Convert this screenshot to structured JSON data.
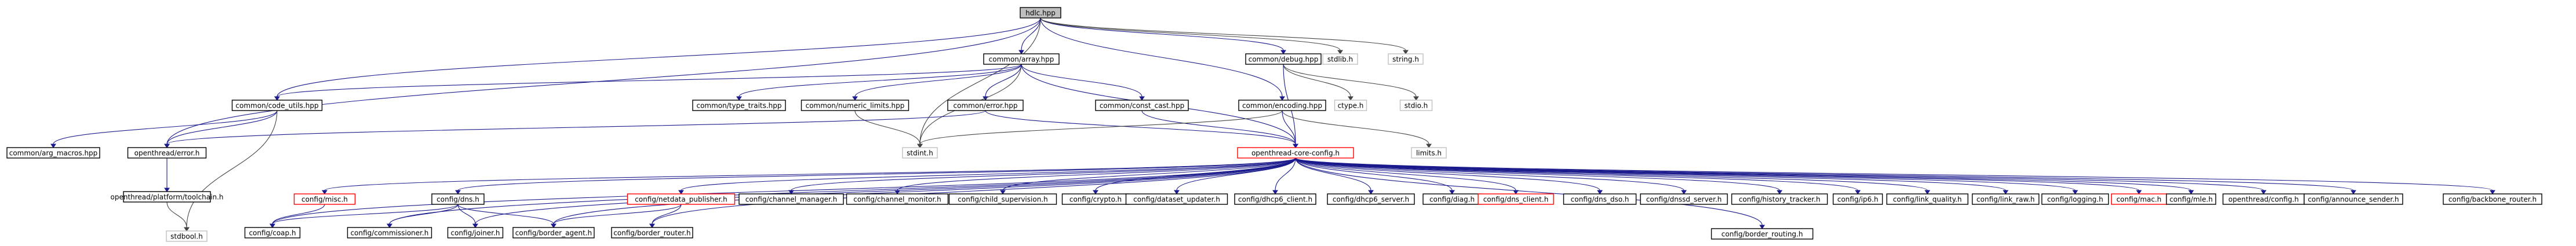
{
  "diagram": {
    "nodes": [
      {
        "id": "hdlc",
        "label": "hdlc.hpp",
        "kind": "root"
      },
      {
        "id": "array",
        "label": "common/array.hpp",
        "kind": "file"
      },
      {
        "id": "debug",
        "label": "common/debug.hpp",
        "kind": "file"
      },
      {
        "id": "stdlib",
        "label": "stdlib.h",
        "kind": "missing"
      },
      {
        "id": "string",
        "label": "string.h",
        "kind": "missing"
      },
      {
        "id": "code_utils",
        "label": "common/code_utils.hpp",
        "kind": "file"
      },
      {
        "id": "type_traits",
        "label": "common/type_traits.hpp",
        "kind": "file"
      },
      {
        "id": "numeric_limits",
        "label": "common/numeric_limits.hpp",
        "kind": "file"
      },
      {
        "id": "error_hpp",
        "label": "common/error.hpp",
        "kind": "file"
      },
      {
        "id": "const_cast",
        "label": "common/const_cast.hpp",
        "kind": "file"
      },
      {
        "id": "encoding",
        "label": "common/encoding.hpp",
        "kind": "file"
      },
      {
        "id": "ctype",
        "label": "ctype.h",
        "kind": "missing"
      },
      {
        "id": "stdio",
        "label": "stdio.h",
        "kind": "missing"
      },
      {
        "id": "arg_macros",
        "label": "common/arg_macros.hpp",
        "kind": "file"
      },
      {
        "id": "ot_error",
        "label": "openthread/error.h",
        "kind": "file"
      },
      {
        "id": "stdint",
        "label": "stdint.h",
        "kind": "missing"
      },
      {
        "id": "core_config",
        "label": "openthread-core-config.h",
        "kind": "red"
      },
      {
        "id": "limits",
        "label": "limits.h",
        "kind": "missing"
      },
      {
        "id": "toolchain",
        "label": "openthread/platform/toolchain.h",
        "kind": "file"
      },
      {
        "id": "stdbool",
        "label": "stdbool.h",
        "kind": "missing"
      },
      {
        "id": "misc",
        "label": "config/misc.h",
        "kind": "red"
      },
      {
        "id": "dns",
        "label": "config/dns.h",
        "kind": "file"
      },
      {
        "id": "netdata_pub",
        "label": "config/netdata_publisher.h",
        "kind": "red"
      },
      {
        "id": "channel_manager",
        "label": "config/channel_manager.h",
        "kind": "file"
      },
      {
        "id": "channel_monitor",
        "label": "config/channel_monitor.h",
        "kind": "file"
      },
      {
        "id": "child_supervision",
        "label": "config/child_supervision.h",
        "kind": "file"
      },
      {
        "id": "crypto",
        "label": "config/crypto.h",
        "kind": "file"
      },
      {
        "id": "dataset_updater",
        "label": "config/dataset_updater.h",
        "kind": "file"
      },
      {
        "id": "dhcp6_client",
        "label": "config/dhcp6_client.h",
        "kind": "file"
      },
      {
        "id": "dhcp6_server",
        "label": "config/dhcp6_server.h",
        "kind": "file"
      },
      {
        "id": "diag",
        "label": "config/diag.h",
        "kind": "file"
      },
      {
        "id": "dns_client",
        "label": "config/dns_client.h",
        "kind": "red"
      },
      {
        "id": "dns_dso",
        "label": "config/dns_dso.h",
        "kind": "file"
      },
      {
        "id": "dnssd_server",
        "label": "config/dnssd_server.h",
        "kind": "file"
      },
      {
        "id": "history_tracker",
        "label": "config/history_tracker.h",
        "kind": "file"
      },
      {
        "id": "ip6",
        "label": "config/ip6.h",
        "kind": "file"
      },
      {
        "id": "link_quality",
        "label": "config/link_quality.h",
        "kind": "file"
      },
      {
        "id": "link_raw",
        "label": "config/link_raw.h",
        "kind": "file"
      },
      {
        "id": "logging",
        "label": "config/logging.h",
        "kind": "file"
      },
      {
        "id": "mac",
        "label": "config/mac.h",
        "kind": "red"
      },
      {
        "id": "mle",
        "label": "config/mle.h",
        "kind": "file"
      },
      {
        "id": "ot_config",
        "label": "openthread/config.h",
        "kind": "file"
      },
      {
        "id": "announce_sender",
        "label": "config/announce_sender.h",
        "kind": "file"
      },
      {
        "id": "backbone_router",
        "label": "config/backbone_router.h",
        "kind": "file"
      },
      {
        "id": "coap",
        "label": "config/coap.h",
        "kind": "file"
      },
      {
        "id": "commissioner",
        "label": "config/commissioner.h",
        "kind": "file"
      },
      {
        "id": "joiner",
        "label": "config/joiner.h",
        "kind": "file"
      },
      {
        "id": "border_agent",
        "label": "config/border_agent.h",
        "kind": "file"
      },
      {
        "id": "border_router",
        "label": "config/border_router.h",
        "kind": "file"
      },
      {
        "id": "border_routing",
        "label": "config/border_routing.h",
        "kind": "file"
      }
    ],
    "edges": [
      [
        "hdlc",
        "array"
      ],
      [
        "hdlc",
        "debug"
      ],
      [
        "hdlc",
        "stdlib"
      ],
      [
        "hdlc",
        "string"
      ],
      [
        "hdlc",
        "ot_error"
      ],
      [
        "hdlc",
        "stdint"
      ],
      [
        "hdlc",
        "encoding"
      ],
      [
        "hdlc",
        "code_utils"
      ],
      [
        "array",
        "code_utils"
      ],
      [
        "array",
        "type_traits"
      ],
      [
        "array",
        "numeric_limits"
      ],
      [
        "array",
        "error_hpp"
      ],
      [
        "array",
        "const_cast"
      ],
      [
        "array",
        "stdint"
      ],
      [
        "array",
        "core_config"
      ],
      [
        "debug",
        "ctype"
      ],
      [
        "debug",
        "stdio"
      ],
      [
        "debug",
        "core_config"
      ],
      [
        "code_utils",
        "arg_macros"
      ],
      [
        "code_utils",
        "ot_error"
      ],
      [
        "code_utils",
        "stdbool"
      ],
      [
        "numeric_limits",
        "stdint"
      ],
      [
        "error_hpp",
        "ot_error"
      ],
      [
        "error_hpp",
        "core_config"
      ],
      [
        "const_cast",
        "core_config"
      ],
      [
        "encoding",
        "limits"
      ],
      [
        "encoding",
        "stdint"
      ],
      [
        "encoding",
        "core_config"
      ],
      [
        "ot_error",
        "toolchain"
      ],
      [
        "toolchain",
        "stdbool"
      ],
      [
        "core_config",
        "misc"
      ],
      [
        "core_config",
        "dns"
      ],
      [
        "core_config",
        "netdata_pub"
      ],
      [
        "core_config",
        "channel_manager"
      ],
      [
        "core_config",
        "channel_monitor"
      ],
      [
        "core_config",
        "child_supervision"
      ],
      [
        "core_config",
        "crypto"
      ],
      [
        "core_config",
        "dataset_updater"
      ],
      [
        "core_config",
        "dhcp6_client"
      ],
      [
        "core_config",
        "dhcp6_server"
      ],
      [
        "core_config",
        "diag"
      ],
      [
        "core_config",
        "dns_client"
      ],
      [
        "core_config",
        "dns_dso"
      ],
      [
        "core_config",
        "dnssd_server"
      ],
      [
        "core_config",
        "history_tracker"
      ],
      [
        "core_config",
        "ip6"
      ],
      [
        "core_config",
        "link_quality"
      ],
      [
        "core_config",
        "link_raw"
      ],
      [
        "core_config",
        "logging"
      ],
      [
        "core_config",
        "mac"
      ],
      [
        "core_config",
        "mle"
      ],
      [
        "core_config",
        "ot_config"
      ],
      [
        "core_config",
        "announce_sender"
      ],
      [
        "core_config",
        "backbone_router"
      ],
      [
        "core_config",
        "coap"
      ],
      [
        "core_config",
        "commissioner"
      ],
      [
        "core_config",
        "joiner"
      ],
      [
        "core_config",
        "border_agent"
      ],
      [
        "core_config",
        "border_router"
      ],
      [
        "core_config",
        "border_routing"
      ],
      [
        "misc",
        "coap"
      ],
      [
        "dns",
        "coap"
      ],
      [
        "dns",
        "commissioner"
      ],
      [
        "dns",
        "joiner"
      ],
      [
        "dns",
        "border_agent"
      ],
      [
        "netdata_pub",
        "border_router"
      ],
      [
        "netdata_pub",
        "border_agent"
      ]
    ]
  }
}
